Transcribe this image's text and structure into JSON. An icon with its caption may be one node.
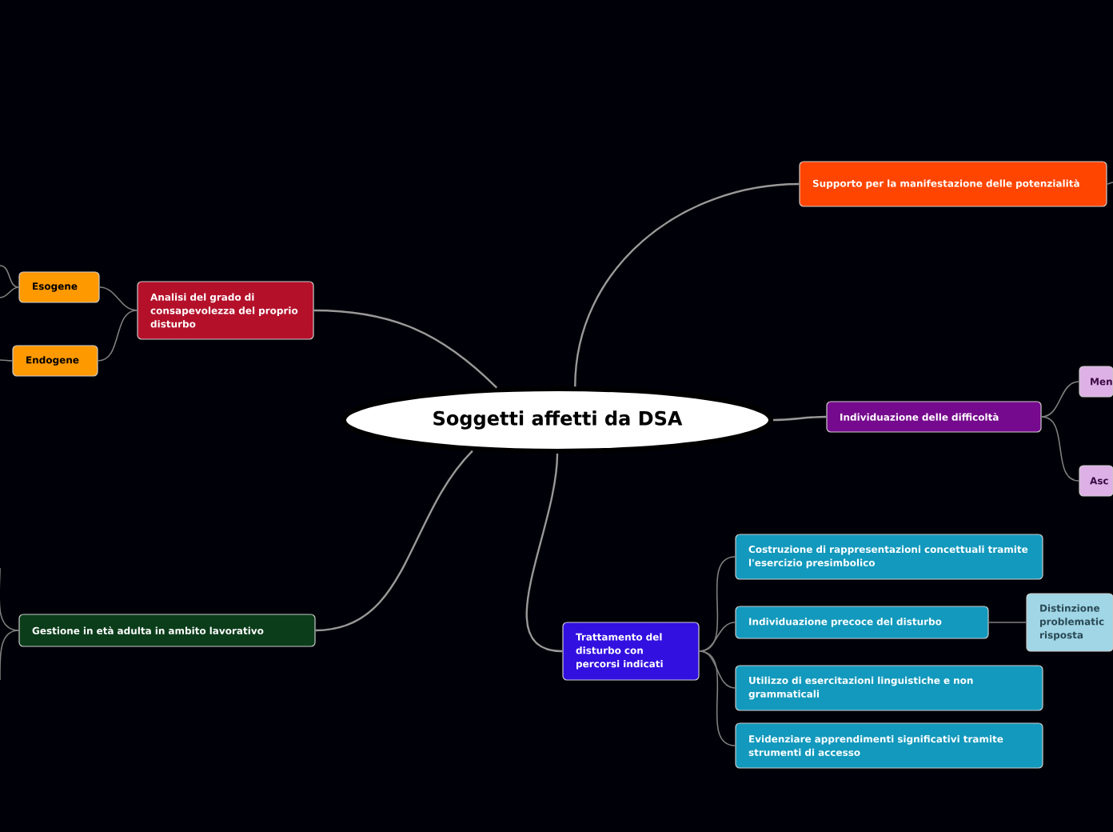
{
  "diagram": {
    "nodes": [
      {
        "text": [
          "Soggetti affetti da DSA"
        ]
      },
      {
        "text": [
          "Analisi del grado di consapevolezza del proprio disturbo"
        ]
      },
      {
        "text": [
          "Esogene"
        ]
      },
      {
        "text": [
          "Endogene"
        ]
      },
      {
        "text": [
          "Supporto per la manifestazione delle potenzialità"
        ]
      },
      {
        "text": [
          "Individuazione delle difficoltà"
        ]
      },
      {
        "text": [
          "Men"
        ]
      },
      {
        "text": [
          "Asc"
        ]
      },
      {
        "text": [
          "Trattamento del disturbo con percorsi indicati"
        ]
      },
      {
        "text": [
          "Costruzione di rappresentazioni concettuali tramite l'esercizio presimbolico"
        ]
      },
      {
        "text": [
          "Individuazione precoce del disturbo"
        ]
      },
      {
        "text": [
          "Distinzione problematic risposta"
        ]
      },
      {
        "text": [
          "Utilizzo di esercitazioni linguistiche e non grammaticali"
        ]
      },
      {
        "text": [
          "Evidenziare apprendimenti significativi tramite strumenti di accesso"
        ]
      },
      {
        "text": [
          "Gestione in età adulta in ambito lavorativo"
        ]
      }
    ],
    "edges": [
      {
        "from": 0,
        "to": 1,
        "arrow": "none"
      },
      {
        "from": 0,
        "to": 4,
        "arrow": "none"
      },
      {
        "from": 0,
        "to": 5,
        "arrow": "none"
      },
      {
        "from": 0,
        "to": 8,
        "arrow": "none"
      },
      {
        "from": 0,
        "to": 14,
        "arrow": "none"
      },
      {
        "from": 1,
        "to": 2,
        "arrow": "none"
      },
      {
        "from": 1,
        "to": 3,
        "arrow": "none"
      },
      {
        "from": 5,
        "to": 6,
        "arrow": "none"
      },
      {
        "from": 5,
        "to": 7,
        "arrow": "none"
      },
      {
        "from": 8,
        "to": 9,
        "arrow": "none"
      },
      {
        "from": 8,
        "to": 10,
        "arrow": "none"
      },
      {
        "from": 8,
        "to": 12,
        "arrow": "none"
      },
      {
        "from": 8,
        "to": 13,
        "arrow": "none"
      },
      {
        "from": 10,
        "to": 11,
        "arrow": "none"
      },
      {
        "from": 2,
        "to": null,
        "arrow": "none"
      },
      {
        "from": 2,
        "to": null,
        "arrow": "none"
      },
      {
        "from": 3,
        "to": null,
        "arrow": "none"
      },
      {
        "from": 14,
        "to": null,
        "arrow": "none"
      },
      {
        "from": 14,
        "to": null,
        "arrow": "none"
      },
      {
        "from": 4,
        "to": null,
        "arrow": "none"
      }
    ]
  }
}
